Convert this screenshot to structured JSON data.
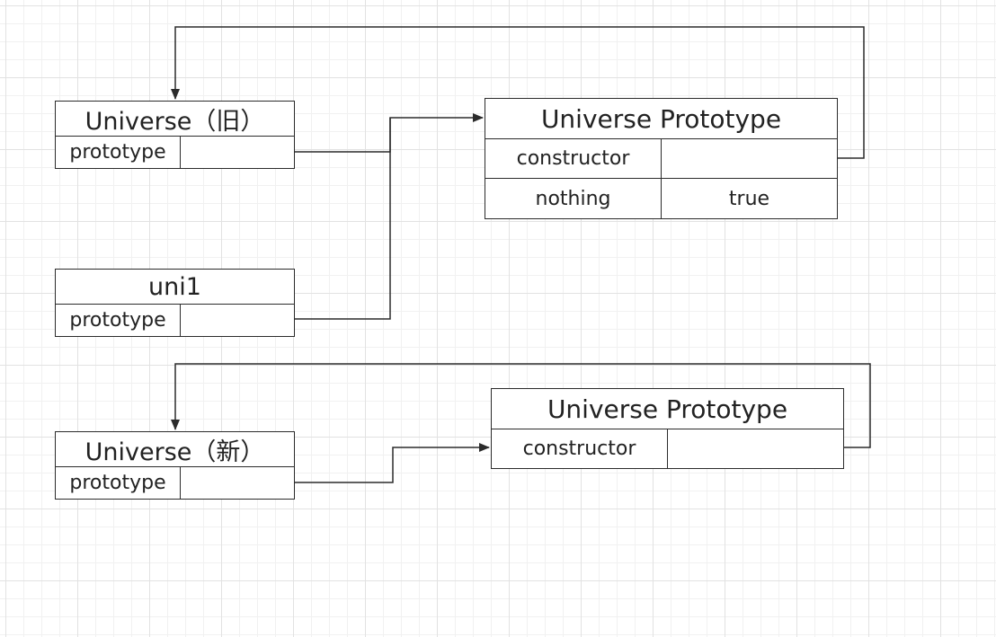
{
  "nodes": {
    "universe_old": {
      "title": "Universe（旧）",
      "field": "prototype",
      "value": ""
    },
    "uni1": {
      "title": "uni1",
      "field": "prototype",
      "value": ""
    },
    "universe_new": {
      "title": "Universe（新）",
      "field": "prototype",
      "value": ""
    },
    "prototype_old": {
      "title": "Universe Prototype",
      "rows": [
        {
          "key": "constructor",
          "value": ""
        },
        {
          "key": "nothing",
          "value": "true"
        }
      ]
    },
    "prototype_new": {
      "title": "Universe Prototype",
      "rows": [
        {
          "key": "constructor",
          "value": ""
        }
      ]
    }
  },
  "edges": [
    {
      "from": "universe_old.prototype",
      "to": "prototype_old"
    },
    {
      "from": "uni1.prototype",
      "to": "prototype_old"
    },
    {
      "from": "prototype_old.constructor",
      "to": "universe_old"
    },
    {
      "from": "universe_new.prototype",
      "to": "prototype_new"
    },
    {
      "from": "prototype_new.constructor",
      "to": "universe_new"
    }
  ],
  "colors": {
    "stroke": "#2b2b2b",
    "grid": "#e2e2e2",
    "background": "#ffffff"
  }
}
